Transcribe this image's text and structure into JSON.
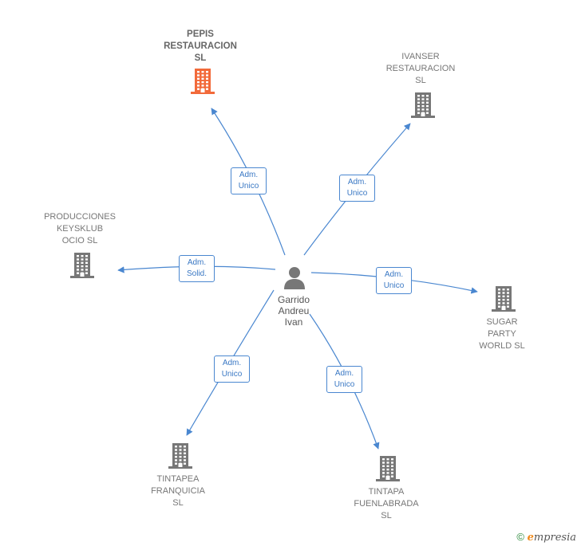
{
  "person": {
    "name_lines": [
      "Garrido",
      "Andreu",
      "Ivan"
    ]
  },
  "companies": [
    {
      "id": "pepis",
      "lines": [
        "PEPIS",
        "RESTAURACION",
        "SL"
      ],
      "color": "#f26a3a"
    },
    {
      "id": "ivanser",
      "lines": [
        "IVANSER",
        "RESTAURACION",
        "SL"
      ],
      "color": "#777777"
    },
    {
      "id": "producciones",
      "lines": [
        "PRODUCCIONES",
        "KEYSKLUB",
        "OCIO  SL"
      ],
      "color": "#777777"
    },
    {
      "id": "sugar",
      "lines": [
        "SUGAR",
        "PARTY",
        "WORLD  SL"
      ],
      "color": "#777777"
    },
    {
      "id": "tintapea",
      "lines": [
        "TINTAPEA",
        "FRANQUICIA",
        "SL"
      ],
      "color": "#777777"
    },
    {
      "id": "tintapa",
      "lines": [
        "TINTAPA",
        "FUENLABRADA",
        "SL"
      ],
      "color": "#777777"
    }
  ],
  "relations": [
    {
      "to": "pepis",
      "lines": [
        "Adm.",
        "Unico"
      ]
    },
    {
      "to": "ivanser",
      "lines": [
        "Adm.",
        "Unico"
      ]
    },
    {
      "to": "producciones",
      "lines": [
        "Adm.",
        "Solid."
      ]
    },
    {
      "to": "sugar",
      "lines": [
        "Adm.",
        "Unico"
      ]
    },
    {
      "to": "tintapea",
      "lines": [
        "Adm.",
        "Unico"
      ]
    },
    {
      "to": "tintapa",
      "lines": [
        "Adm.",
        "Unico"
      ]
    }
  ],
  "footer": {
    "symbol": "©",
    "brand_initial": "e",
    "brand_rest": "mpresia"
  },
  "colors": {
    "edge": "#4a87d0",
    "main_company": "#f26a3a",
    "company": "#777777",
    "person": "#777777"
  }
}
